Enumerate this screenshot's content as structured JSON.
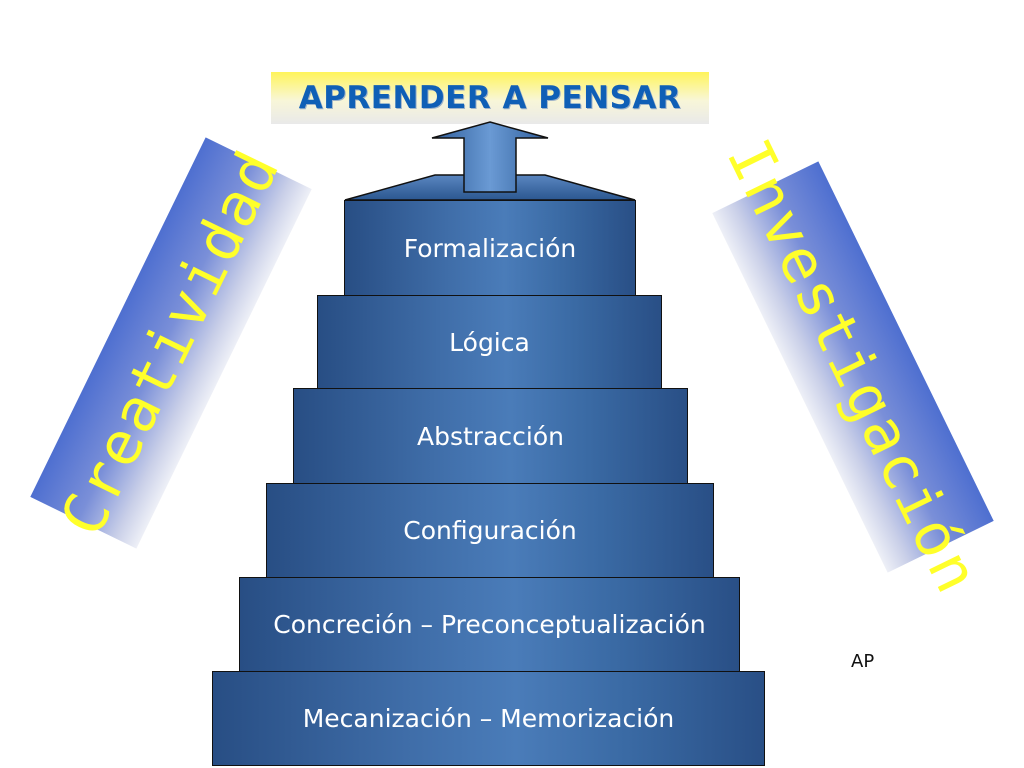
{
  "title": "APRENDER A PENSAR",
  "left_banner": "Creatividad",
  "right_banner": "Investigación",
  "levels": [
    "Formalización",
    "Lógica",
    "Abstracción",
    "Configuración",
    "Concreción – Preconceptualización",
    "Mecanización – Memorización"
  ],
  "author": "AP",
  "colors": {
    "step_fill": "#3f6da8",
    "title_text": "#0f5fb6",
    "title_bg": "#fff45a",
    "banner_text": "#ffff2a",
    "banner_fill": "#4e6fd0"
  },
  "icons": {
    "arrow": "up-arrow"
  }
}
